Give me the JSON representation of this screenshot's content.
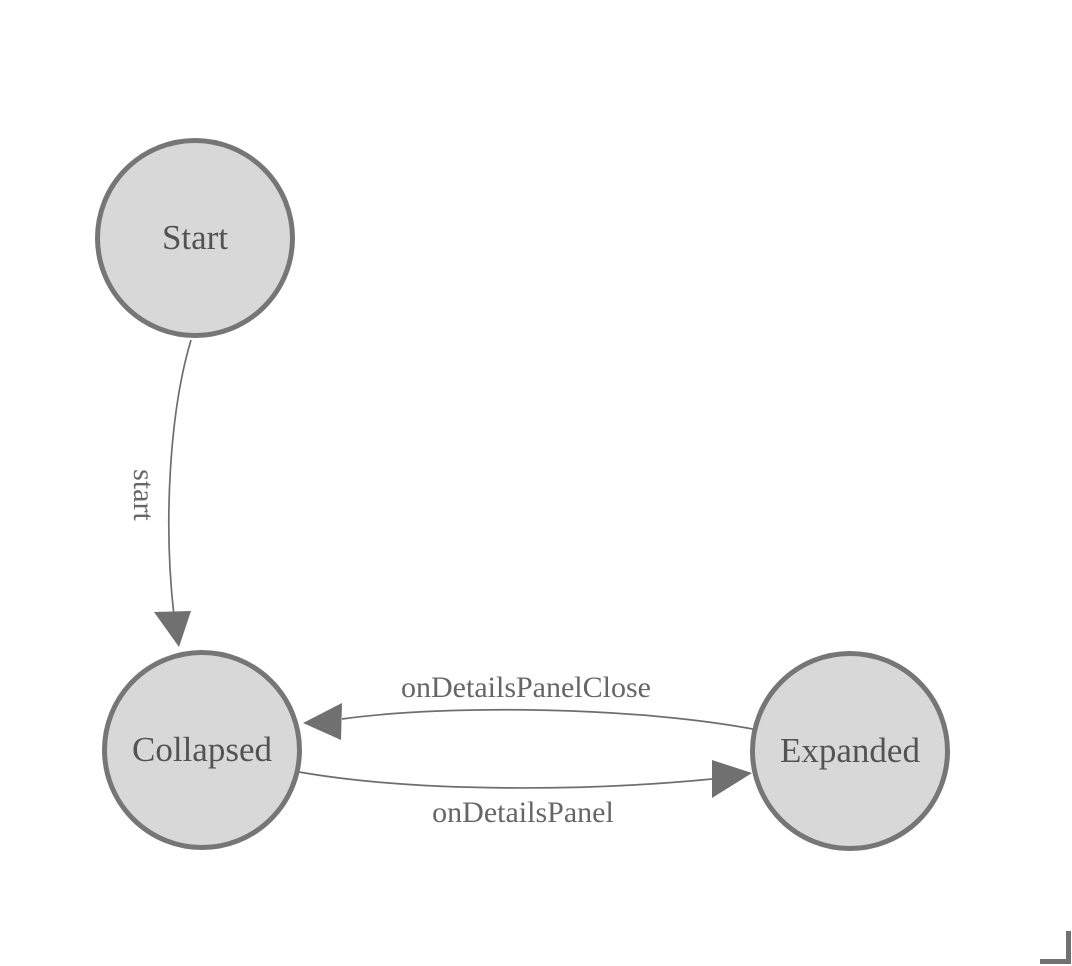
{
  "diagram": {
    "type": "state-machine",
    "nodes": [
      {
        "id": "start",
        "label": "Start"
      },
      {
        "id": "collapsed",
        "label": "Collapsed"
      },
      {
        "id": "expanded",
        "label": "Expanded"
      }
    ],
    "edges": [
      {
        "from": "Start",
        "to": "Collapsed",
        "label": "start"
      },
      {
        "from": "Expanded",
        "to": "Collapsed",
        "label": "onDetailsPanelClose"
      },
      {
        "from": "Collapsed",
        "to": "Expanded",
        "label": "onDetailsPanel"
      }
    ],
    "colors": {
      "node_fill": "#d8d8d8",
      "node_border": "#767676",
      "edge_stroke": "#6e6e6e",
      "arrowhead_fill": "#707070",
      "node_text": "#535353",
      "edge_label_text": "#666666",
      "corner_mark": "#717171",
      "background": "#ffffff"
    }
  }
}
